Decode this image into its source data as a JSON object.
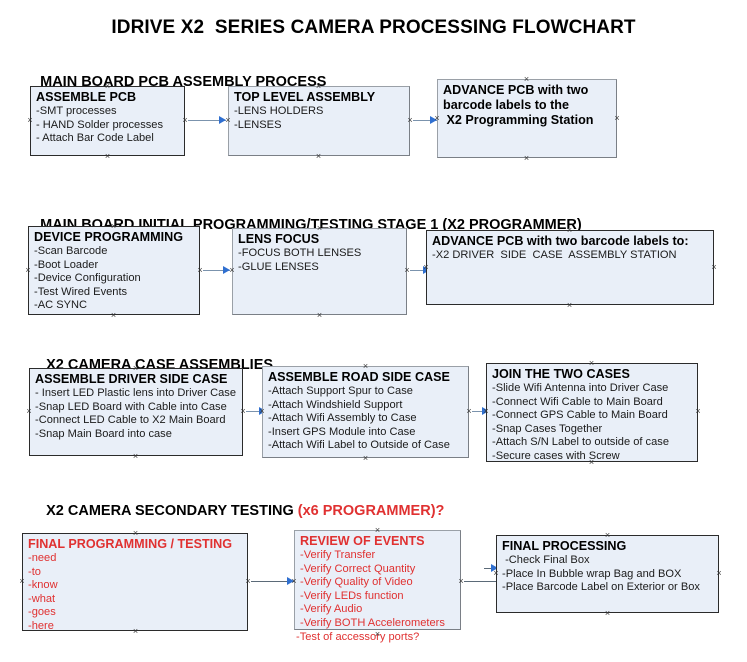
{
  "document": {
    "title": "IDRIVE X2  SERIES CAMERA PROCESSING FLOWCHART"
  },
  "sections": [
    {
      "id": "main-board-pcb-assembly",
      "heading": "MAIN BOARD PCB ASSEMBLY PROCESS",
      "heading_red": "",
      "boxes": [
        {
          "id": "assemble-pcb",
          "title": "ASSEMBLE PCB",
          "lines": [
            "-SMT processes",
            "- HAND Solder processes",
            "- Attach Bar Code Label"
          ]
        },
        {
          "id": "top-level-assembly",
          "title": "TOP LEVEL ASSEMBLY",
          "lines": [
            "-LENS HOLDERS",
            "-LENSES"
          ]
        },
        {
          "id": "advance-pcb-programming-station",
          "title": "ADVANCE PCB with two",
          "lines": [
            "barcode labels to the",
            " X2 Programming Station"
          ]
        }
      ]
    },
    {
      "id": "main-board-initial-programming",
      "heading": "MAIN BOARD INITIAL PROGRAMMING/TESTING STAGE 1 (X2 PROGRAMMER)",
      "heading_red": "",
      "boxes": [
        {
          "id": "device-programming",
          "title": "DEVICE PROGRAMMING",
          "lines": [
            "-Scan Barcode",
            "-Boot Loader",
            "-Device Configuration",
            "-Test Wired Events",
            "-AC SYNC"
          ]
        },
        {
          "id": "lens-focus",
          "title": "LENS FOCUS",
          "lines": [
            "-FOCUS BOTH LENSES",
            "-GLUE LENSES"
          ]
        },
        {
          "id": "advance-pcb-driver-side-case",
          "title": "ADVANCE PCB with two barcode labels to:",
          "lines": [
            "-X2 DRIVER  SIDE  CASE  ASSEMBLY STATION"
          ]
        }
      ]
    },
    {
      "id": "x2-camera-case-assemblies",
      "heading": "X2 CAMERA CASE ASSEMBLIES",
      "heading_red": "",
      "boxes": [
        {
          "id": "assemble-driver-side-case",
          "title": "ASSEMBLE DRIVER SIDE CASE",
          "lines": [
            "- Insert LED Plastic lens into Driver Case",
            "-Snap LED Board with Cable into Case",
            "-Connect LED Cable to X2 Main Board",
            "-Snap Main Board into case"
          ]
        },
        {
          "id": "assemble-road-side-case",
          "title": "ASSEMBLE ROAD SIDE CASE",
          "lines": [
            "-Attach Support Spur to Case",
            "-Attach Windshield Support",
            "-Attach Wifi Assembly to Case",
            "-Insert GPS Module into Case",
            "-Attach Wifi Label to Outside of Case"
          ]
        },
        {
          "id": "join-the-two-cases",
          "title": "JOIN THE TWO CASES",
          "lines": [
            "-Slide Wifi Antenna into Driver Case",
            "-Connect Wifi Cable to Main Board",
            "-Connect GPS Cable to Main Board",
            "-Snap Cases Together",
            "-Attach S/N Label to outside of case",
            "-Secure cases with Screw"
          ]
        }
      ]
    },
    {
      "id": "x2-camera-secondary-testing",
      "heading": "X2 CAMERA SECONDARY TESTING ",
      "heading_red": "(x6 PROGRAMMER)?",
      "boxes": [
        {
          "id": "final-programming-testing",
          "title": "FINAL PROGRAMMING / TESTING",
          "lines": [
            "-need",
            "-to",
            "-know",
            "-what",
            "-goes",
            "-here"
          ]
        },
        {
          "id": "review-of-events",
          "title": "REVIEW OF EVENTS",
          "lines": [
            "-Verify Transfer",
            "-Verify Correct Quantity",
            "-Verify Quality of Video",
            "-Verify LEDs function",
            "-Verify Audio",
            "-Verify BOTH Accelerometers"
          ],
          "overflow_line": "-Test of accessory ports?"
        },
        {
          "id": "final-processing",
          "title": "FINAL PROCESSING",
          "lines": [
            " -Check Final Box",
            "-Place In Bubble wrap Bag and BOX",
            "-Place Barcode Label on Exterior or Box"
          ]
        }
      ]
    }
  ],
  "colors": {
    "box_fill": "#e9eff8",
    "box_border": "#2b2b2b",
    "accent_red": "#e03131",
    "arrow_head": "#2f6fd0",
    "arrow_shaft": "#7b93ad",
    "text": "#000000"
  }
}
